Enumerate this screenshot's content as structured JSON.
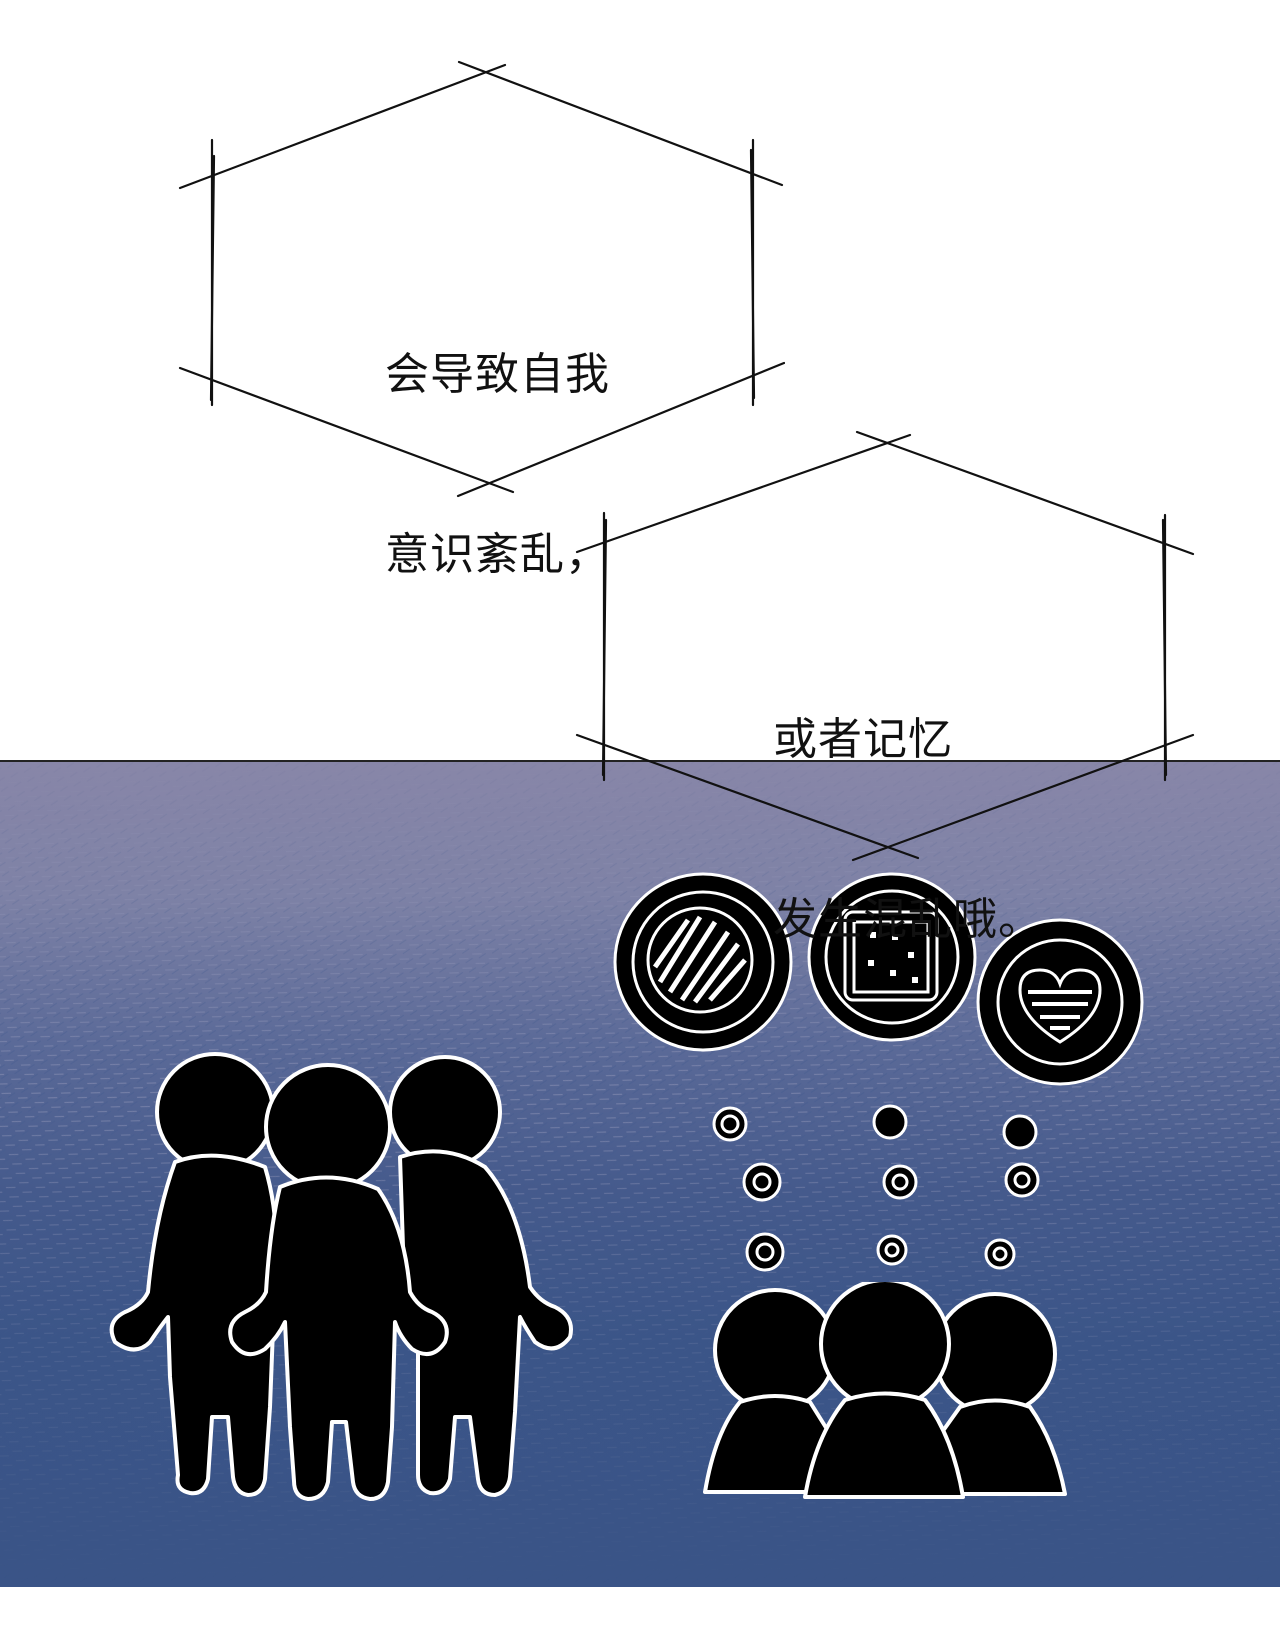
{
  "captions": [
    {
      "id": "caption-top",
      "lines": [
        "会导致自我",
        "意识紊乱，"
      ]
    },
    {
      "id": "caption-middle",
      "lines": [
        "或者记忆",
        "发生混乱哦。"
      ]
    }
  ],
  "colors": {
    "panel_top": "#8886a8",
    "panel_bottom": "#3a5487",
    "silhouette": "#000000",
    "outline": "#ffffff",
    "line": "#111111"
  },
  "icons": {
    "group_left": "standing-figures",
    "group_right": "seated-figures",
    "memory_bubbles": [
      "striped-circle",
      "checkered-square",
      "striped-heart"
    ]
  }
}
